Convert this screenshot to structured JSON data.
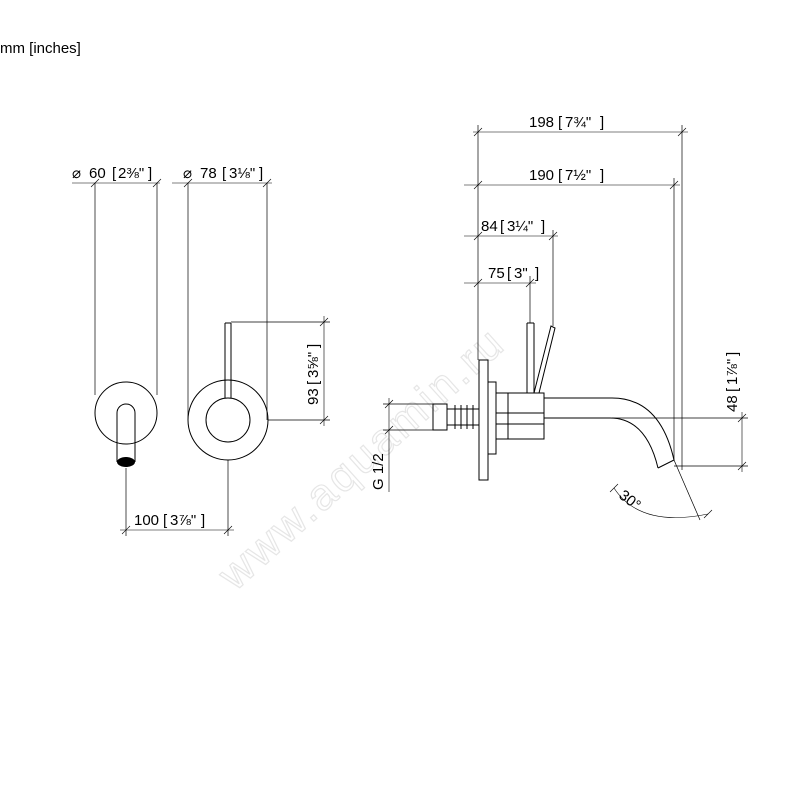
{
  "units_label": "mm [inches]",
  "watermark": "www.aquamin.ru",
  "dimensions": {
    "dia_60": {
      "mm": "60",
      "inch": "2⅜\""
    },
    "dia_78": {
      "mm": "78",
      "inch": "3⅛\""
    },
    "d_198": {
      "mm": "198",
      "inch": "7¾\""
    },
    "d_190": {
      "mm": "190",
      "inch": "7½\""
    },
    "d_84": {
      "mm": "84",
      "inch": "3¼\""
    },
    "d_75": {
      "mm": "75",
      "inch": "3\""
    },
    "d_93": {
      "mm": "93",
      "inch": "3⅝\""
    },
    "d_48": {
      "mm": "48",
      "inch": "1⅞\""
    },
    "d_100": {
      "mm": "100",
      "inch": "3⅞\""
    },
    "thread": "G 1/2",
    "angle": "30°"
  },
  "symbols": {
    "diameter": "⌀"
  }
}
